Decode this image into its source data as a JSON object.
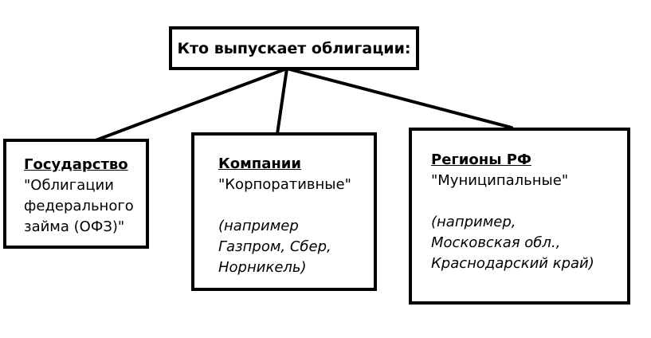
{
  "root": {
    "title": "Кто выпускает облигации:"
  },
  "branches": [
    {
      "heading": "Государство",
      "description": "\"Облигации\nфедерального\nзайма (ОФЗ)\"",
      "example": ""
    },
    {
      "heading": "Компании",
      "description": "\"Корпоративные\"",
      "example": "(например\nГазпром, Сбер,\nНорникель)"
    },
    {
      "heading": "Регионы РФ",
      "description": "\"Муниципальные\"",
      "example": "(например,\nМосковская обл.,\nКраснодарский край)"
    }
  ],
  "colors": {
    "stroke": "#000000",
    "background": "#ffffff"
  }
}
